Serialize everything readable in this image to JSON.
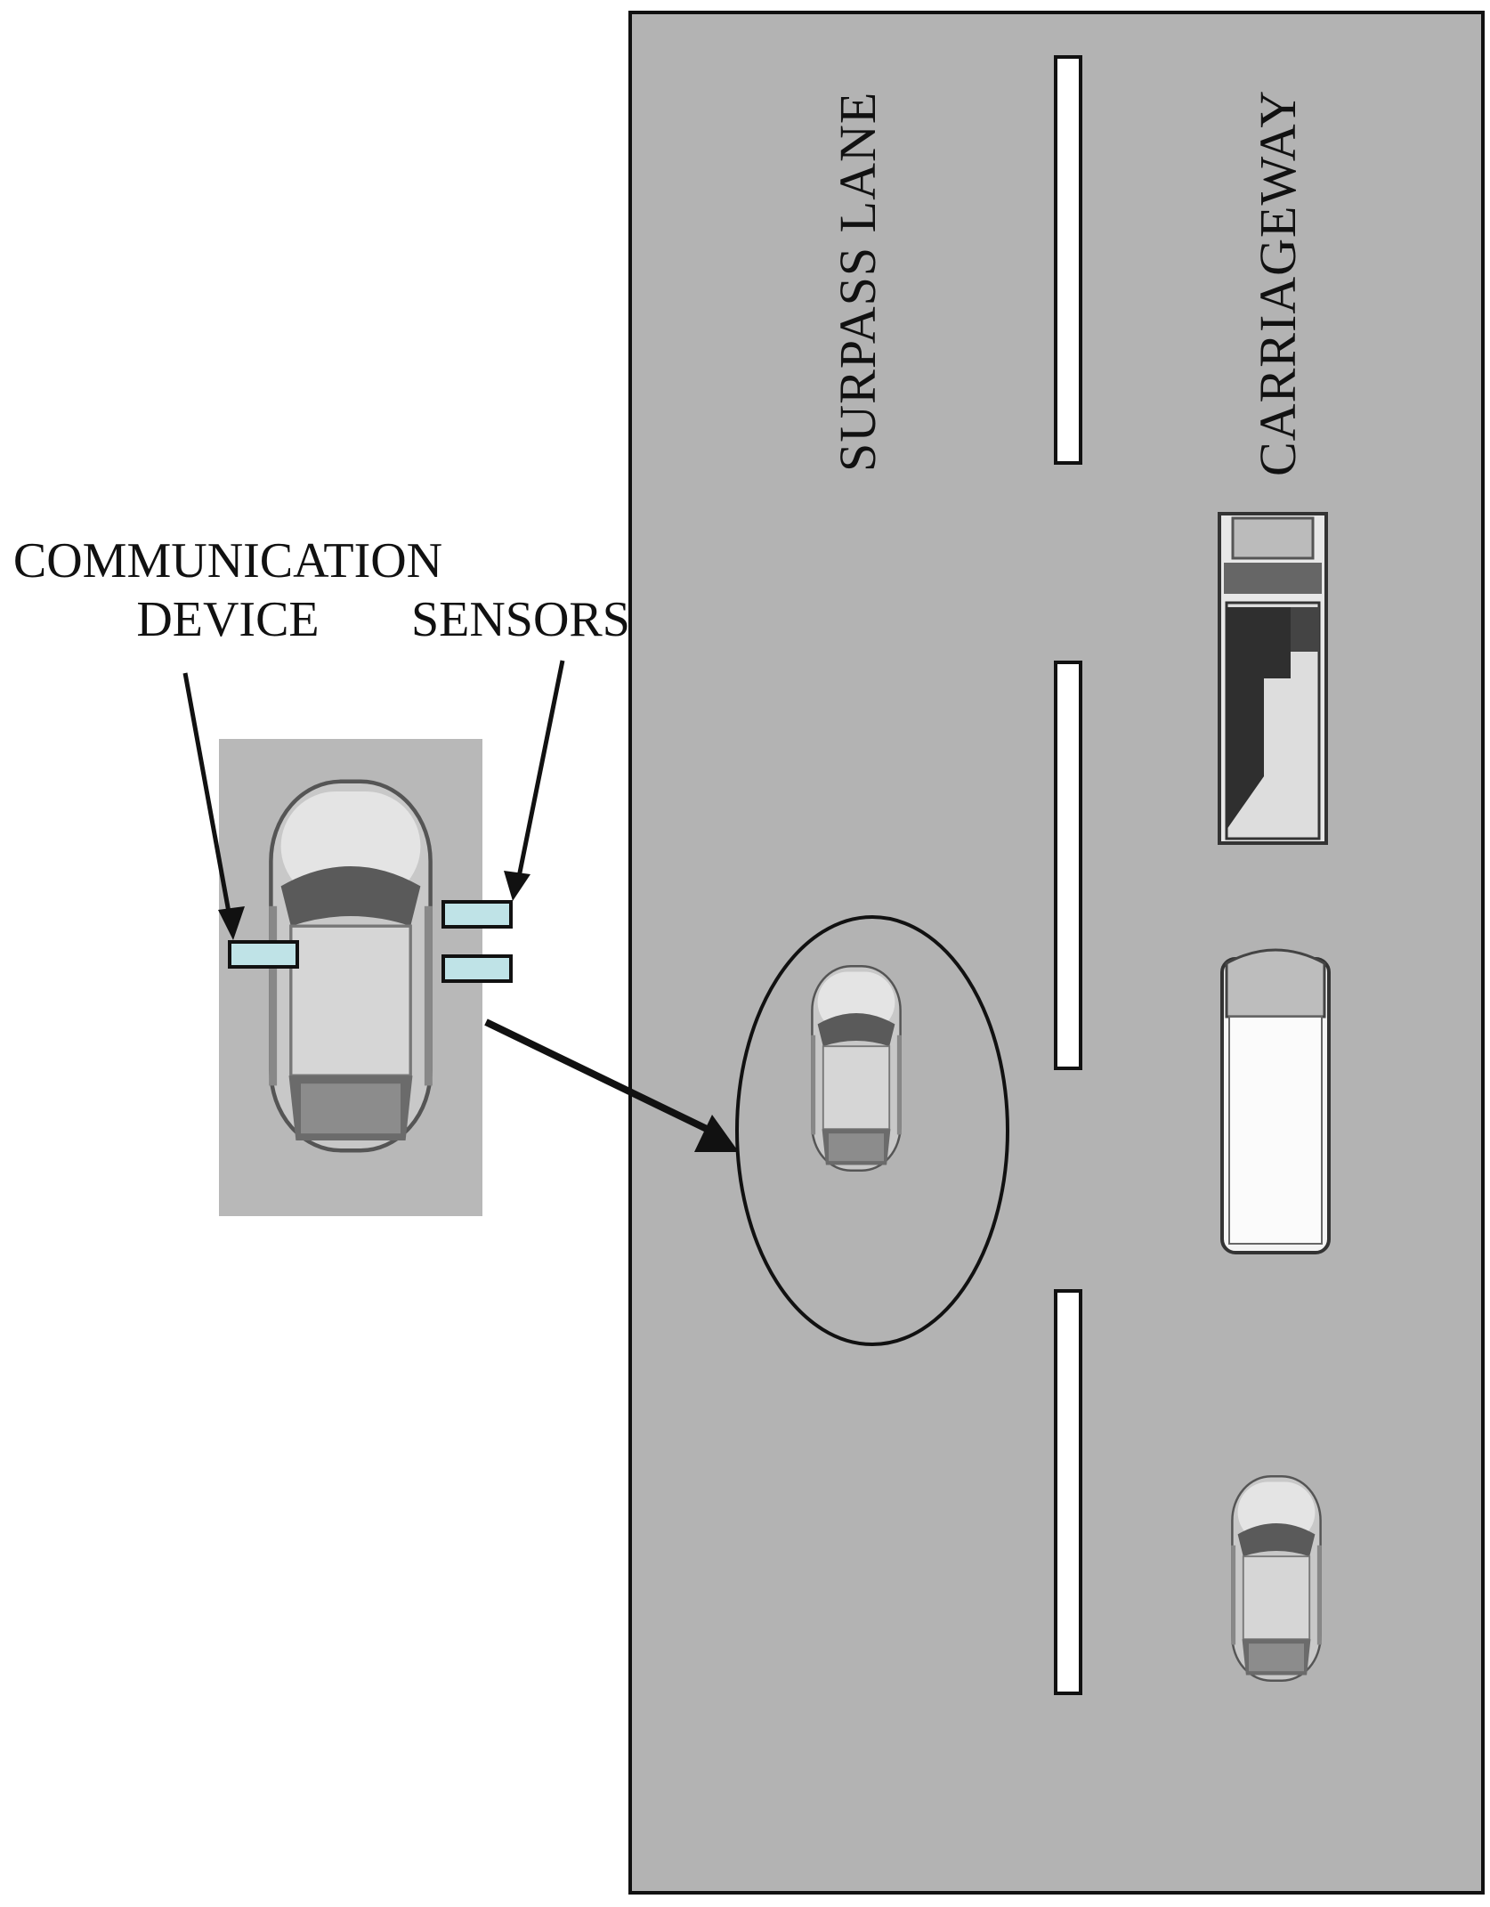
{
  "labels": {
    "communication_line1": "COMMUNICATION",
    "communication_line2": "DEVICE",
    "sensors": "SENSORS",
    "surpass_lane": "SURPASS LANE",
    "carriageway": "CARRIAGEWAY"
  },
  "colors": {
    "road": "#b3b3b3",
    "lane_marking": "#ffffff",
    "device": "#bfe3e7",
    "outline": "#111111",
    "car_body": "#d9d9d9"
  },
  "icons": {
    "car": "car-top-view-icon",
    "truck": "truck-top-view-icon",
    "van": "van-top-view-icon"
  }
}
